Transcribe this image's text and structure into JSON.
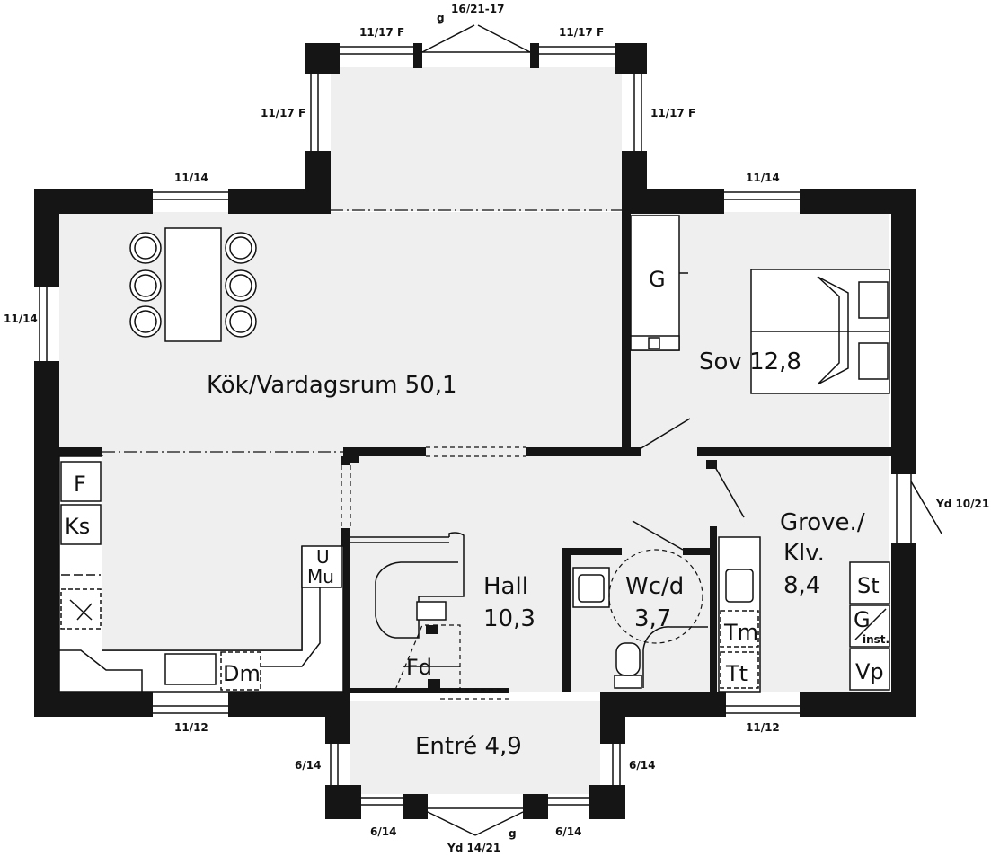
{
  "rooms": {
    "kitchen_living": "Kök/Vardagsrum 50,1",
    "bedroom": "Sov 12,8",
    "hall_name": "Hall",
    "hall_area": "10,3",
    "wc_name": "Wc/d",
    "wc_area": "3,7",
    "utility_line1": "Grove./",
    "utility_line2": "Klv.",
    "utility_area": "8,4",
    "entrance": "Entré 4,9"
  },
  "symbols": {
    "fridge": "F",
    "cold": "Ks",
    "u": "U",
    "microwave": "Mu",
    "dishwasher": "Dm",
    "wardrobe": "G",
    "hall_wardrobe": "Fd",
    "st": "St",
    "g_inst": "G",
    "inst": "inst.",
    "vp": "Vp",
    "tm": "Tm",
    "tt": "Tt"
  },
  "window_labels": {
    "top_center": "16/21-17",
    "top_g": "g",
    "top_left": "11/17 F",
    "top_right": "11/17 F",
    "bay_left": "11/17 F",
    "bay_right": "11/17 F",
    "upper_left": "11/14",
    "upper_right": "11/14",
    "left_side": "11/14",
    "right_door": "Yd 10/21",
    "bottom_left": "11/12",
    "bottom_right": "11/12",
    "entry_left": "6/14",
    "entry_right": "6/14",
    "entry_bottom_left": "6/14",
    "entry_bottom_right": "6/14",
    "entry_door": "Yd 14/21",
    "entry_g": "g"
  }
}
